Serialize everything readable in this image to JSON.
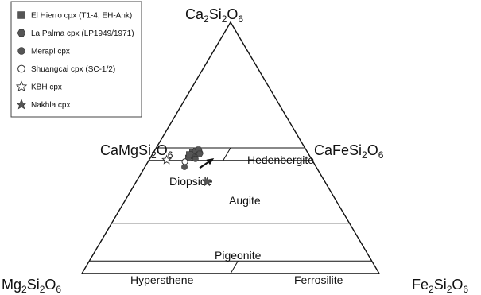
{
  "chart_data": {
    "type": "scatter",
    "diagram": "ternary",
    "vertices": {
      "top": {
        "parts": [
          [
            "Ca",
            ""
          ],
          [
            "2",
            "sub"
          ],
          [
            "Si",
            ""
          ],
          [
            "2",
            "sub"
          ],
          [
            "O",
            ""
          ],
          [
            "6",
            "sub"
          ]
        ]
      },
      "left": {
        "parts": [
          [
            "Mg",
            ""
          ],
          [
            "2",
            "sub"
          ],
          [
            "Si",
            ""
          ],
          [
            "2",
            "sub"
          ],
          [
            "O",
            ""
          ],
          [
            "6",
            "sub"
          ]
        ]
      },
      "right": {
        "parts": [
          [
            "Fe",
            ""
          ],
          [
            "2",
            "sub"
          ],
          [
            "Si",
            ""
          ],
          [
            "2",
            "sub"
          ],
          [
            "O",
            ""
          ],
          [
            "6",
            "sub"
          ]
        ]
      },
      "edge_left": {
        "parts": [
          [
            "CaMgSi",
            ""
          ],
          [
            "2",
            "sub"
          ],
          [
            "O",
            ""
          ],
          [
            "6",
            "sub"
          ]
        ]
      },
      "edge_right": {
        "parts": [
          [
            "CaFeSi",
            ""
          ],
          [
            "2",
            "sub"
          ],
          [
            "O",
            ""
          ],
          [
            "6",
            "sub"
          ]
        ]
      }
    },
    "fields": {
      "diopside": "Diopside",
      "hedenbergite": "Hedenbergite",
      "augite": "Augite",
      "pigeonite": "Pigeonite",
      "hypersthene": "Hypersthene",
      "ferrosilite": "Ferrosilite"
    },
    "boundaries": {
      "wo_levels": [
        50,
        45,
        20,
        5
      ],
      "fs_split_upper": 25,
      "fs_split_lower": 50
    },
    "series": [
      {
        "name": "El Hierro cpx (T1-4, EH-Ank)",
        "marker": "square",
        "color": "#555555",
        "points": [
          [
            46.8,
            13.6
          ],
          [
            47.8,
            14.2
          ],
          [
            48.3,
            13.0
          ],
          [
            46.0,
            12.8
          ],
          [
            47.4,
            12.4
          ]
        ]
      },
      {
        "name": "La Palma cpx (LP1949/1971)",
        "marker": "hexagon",
        "color": "#555555",
        "points": [
          [
            48.8,
            13.8
          ],
          [
            48.3,
            15.4
          ],
          [
            49.3,
            14.6
          ],
          [
            47.6,
            15.8
          ]
        ]
      },
      {
        "name": "Merapi cpx",
        "marker": "circle",
        "color": "#555555",
        "points": [
          [
            45.6,
            15.4
          ],
          [
            42.4,
            13.3
          ]
        ]
      },
      {
        "name": "Shuangcai cpx (SC-1/2)",
        "marker": "open-circle",
        "color": "#555555",
        "points": [
          [
            44.5,
            12.4
          ]
        ]
      },
      {
        "name": "KBH cpx",
        "marker": "open-star",
        "color": "#555555",
        "points": [
          [
            45.2,
            5.9
          ]
        ]
      },
      {
        "name": "Nakhla cpx",
        "marker": "star",
        "color": "#555555",
        "points": [
          [
            36.4,
            23.9
          ]
        ]
      }
    ],
    "arrow": {
      "from": [
        42.0,
        18.6
      ],
      "to": [
        45.9,
        21.5
      ]
    },
    "legend_position": "top-left"
  }
}
